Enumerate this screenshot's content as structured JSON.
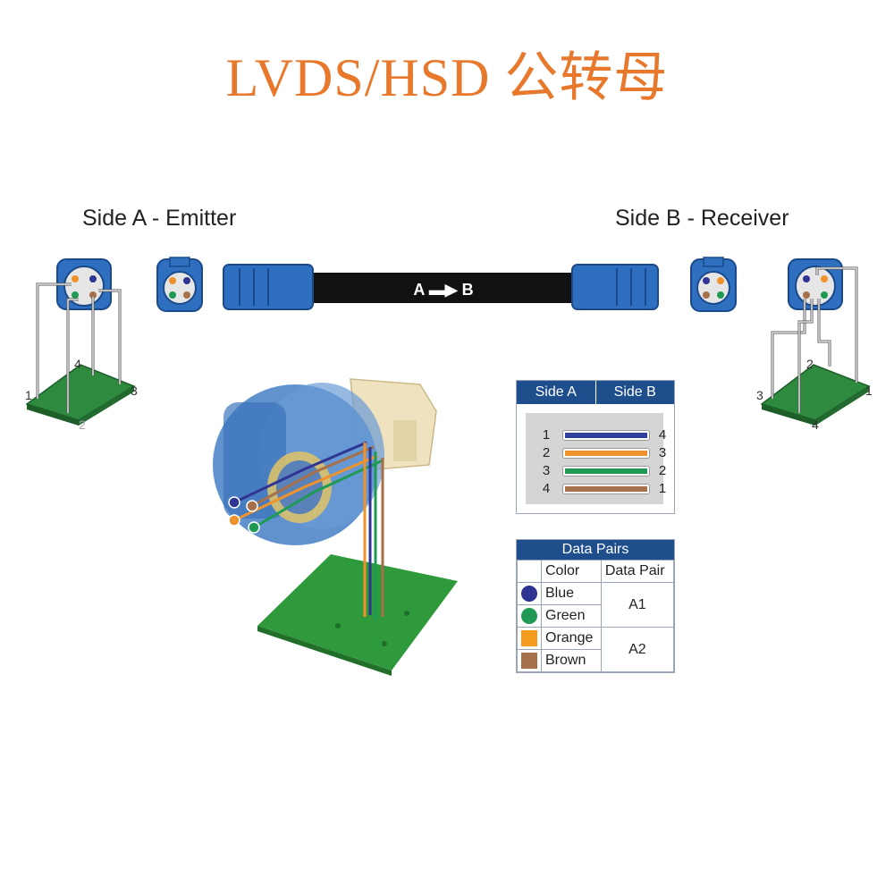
{
  "title": "LVDS/HSD 公转母",
  "side_a": {
    "label": "Side A - Emitter",
    "pins": [
      "1",
      "2",
      "3",
      "4"
    ]
  },
  "side_b": {
    "label": "Side B - Receiver",
    "pins": [
      "1",
      "2",
      "3",
      "4"
    ]
  },
  "cable_label": "A ▬▶ B",
  "pin_map": {
    "header": [
      "Side A",
      "Side B"
    ],
    "rows": [
      {
        "a": "1",
        "b": "4",
        "color": "#2f3f9c"
      },
      {
        "a": "2",
        "b": "3",
        "color": "#f0922b"
      },
      {
        "a": "3",
        "b": "2",
        "color": "#1f9a55"
      },
      {
        "a": "4",
        "b": "1",
        "color": "#a5704a"
      }
    ]
  },
  "data_pairs": {
    "title": "Data Pairs",
    "col_color": "Color",
    "col_pair": "Data Pair",
    "rows": [
      {
        "color_name": "Blue",
        "hex": "#2f3592",
        "shape": "circle"
      },
      {
        "color_name": "Green",
        "hex": "#1f9a55",
        "shape": "circle"
      },
      {
        "color_name": "Orange",
        "hex": "#f59b1f",
        "shape": "square"
      },
      {
        "color_name": "Brown",
        "hex": "#a5704a",
        "shape": "square"
      }
    ],
    "pairs": [
      "A1",
      "A2"
    ]
  },
  "colors": {
    "title": "#e8792c",
    "connector": "#2f6fc0",
    "board": "#2d8a3e",
    "header": "#1f4e8c"
  }
}
